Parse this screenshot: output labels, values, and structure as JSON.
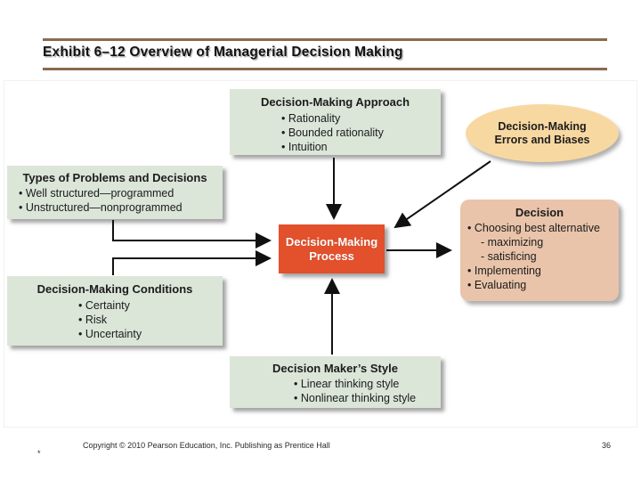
{
  "title": "Exhibit 6–12 Overview of Managerial Decision Making",
  "nodes": {
    "approach": {
      "title": "Decision-Making Approach",
      "items": [
        "• Rationality",
        "• Bounded rationality",
        "• Intuition"
      ]
    },
    "errors_biases": {
      "label_line1": "Decision-Making",
      "label_line2": "Errors and Biases"
    },
    "problem_types": {
      "title": "Types of Problems and Decisions",
      "items": [
        "• Well structured—programmed",
        "• Unstructured—nonprogrammed"
      ]
    },
    "process": {
      "label_line1": "Decision-Making",
      "label_line2": "Process"
    },
    "decision": {
      "title": "Decision",
      "items": [
        "• Choosing best alternative",
        "- maximizing",
        "- satisficing",
        "• Implementing",
        "• Evaluating"
      ]
    },
    "conditions": {
      "title": "Decision-Making Conditions",
      "items": [
        "• Certainty",
        "• Risk",
        "• Uncertainty"
      ]
    },
    "maker_style": {
      "title": "Decision Maker’s Style",
      "items": [
        "• Linear thinking style",
        "• Nonlinear thinking style"
      ]
    }
  },
  "footer": {
    "copyright": "Copyright © 2010 Pearson Education, Inc. Publishing as Prentice Hall",
    "page_number": "36",
    "footnote_marker": "*"
  },
  "colors": {
    "rule_brown": "#8a6a4f",
    "box_green": "#dbe5d8",
    "box_orange": "#e2502c",
    "box_salmon": "#e9c4aa",
    "ellipse_tan": "#f8d8a1",
    "arrow": "#111111"
  }
}
